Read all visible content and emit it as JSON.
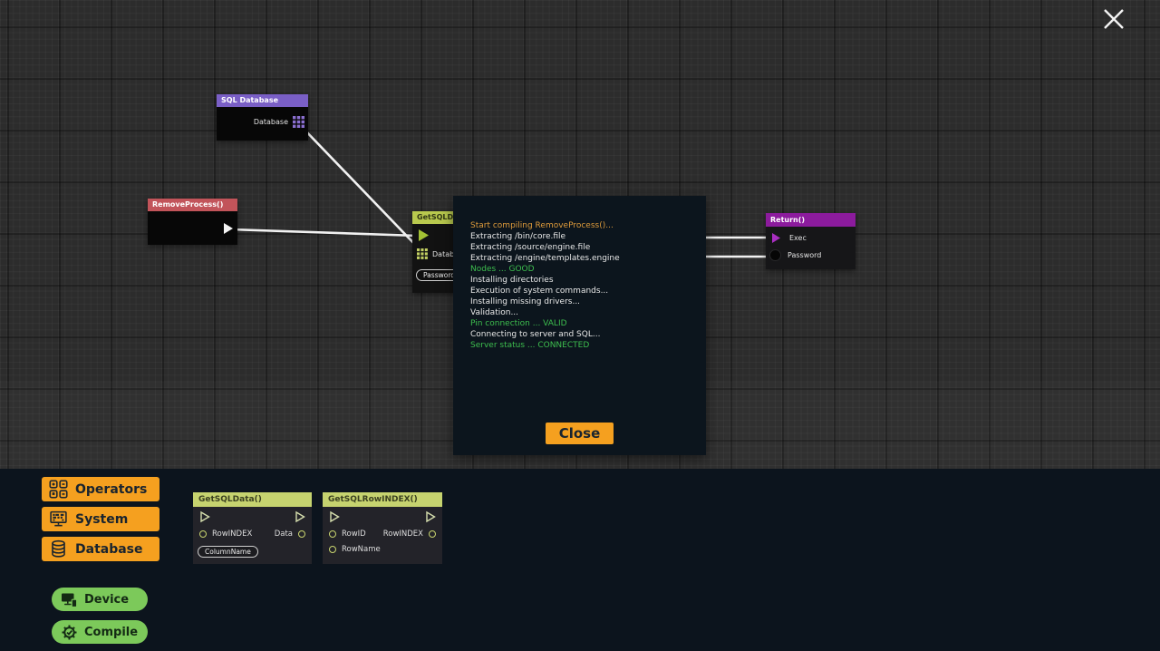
{
  "canvas": {
    "nodes": {
      "sql_database": {
        "title": "SQL Database",
        "output_pin": "Database"
      },
      "remove_process": {
        "title": "RemoveProcess()"
      },
      "get_sql_data": {
        "title": "GetSQLDat",
        "database_pin": "Datab",
        "password_field": "Password"
      },
      "return_node": {
        "title": "Return()",
        "exec_pin": "Exec",
        "password_pin": "Password"
      }
    }
  },
  "modal": {
    "log_lines": [
      {
        "text": "Start compiling RemoveProcess()...",
        "status": "warn"
      },
      {
        "text": "Extracting /bin/core.file",
        "status": "normal"
      },
      {
        "text": "Extracting /source/engine.file",
        "status": "normal"
      },
      {
        "text": "Extracting /engine/templates.engine",
        "status": "normal"
      },
      {
        "text": "Nodes ... GOOD",
        "status": "ok"
      },
      {
        "text": "Installing directories",
        "status": "normal"
      },
      {
        "text": "Execution of system commands...",
        "status": "normal"
      },
      {
        "text": "Installing missing drivers...",
        "status": "normal"
      },
      {
        "text": "Validation...",
        "status": "normal"
      },
      {
        "text": "Pin connection ... VALID",
        "status": "ok"
      },
      {
        "text": "Connecting to server and SQL...",
        "status": "normal"
      },
      {
        "text": "Server status ... CONNECTED",
        "status": "ok"
      }
    ],
    "close_label": "Close"
  },
  "toolbar": {
    "categories": [
      {
        "label": "Operators"
      },
      {
        "label": "System"
      },
      {
        "label": "Database"
      }
    ],
    "actions": [
      {
        "label": "Device"
      },
      {
        "label": "Compile"
      }
    ]
  },
  "palette": {
    "get_sql_data": {
      "title": "GetSQLData()",
      "input_pin": "RowINDEX",
      "output_pin": "Data",
      "field": "ColumnName"
    },
    "get_sql_rowindex": {
      "title": "GetSQLRowINDEX()",
      "input_pin_1": "RowID",
      "input_pin_2": "RowName",
      "output_pin": "RowINDEX"
    }
  },
  "colors": {
    "accent_orange": "#F5A01F",
    "accent_green": "#7CC95A",
    "node_purple": "#7A5FC6",
    "node_red": "#C2545A",
    "node_magenta": "#8C1B9D",
    "node_lime": "#B9C94E",
    "log_ok_green": "#3DBE4E",
    "log_warn_orange": "#DE9B3B",
    "modal_bg": "#0C151D",
    "panel_bg": "#0C141D",
    "canvas_bg": "#2C2C2C"
  }
}
